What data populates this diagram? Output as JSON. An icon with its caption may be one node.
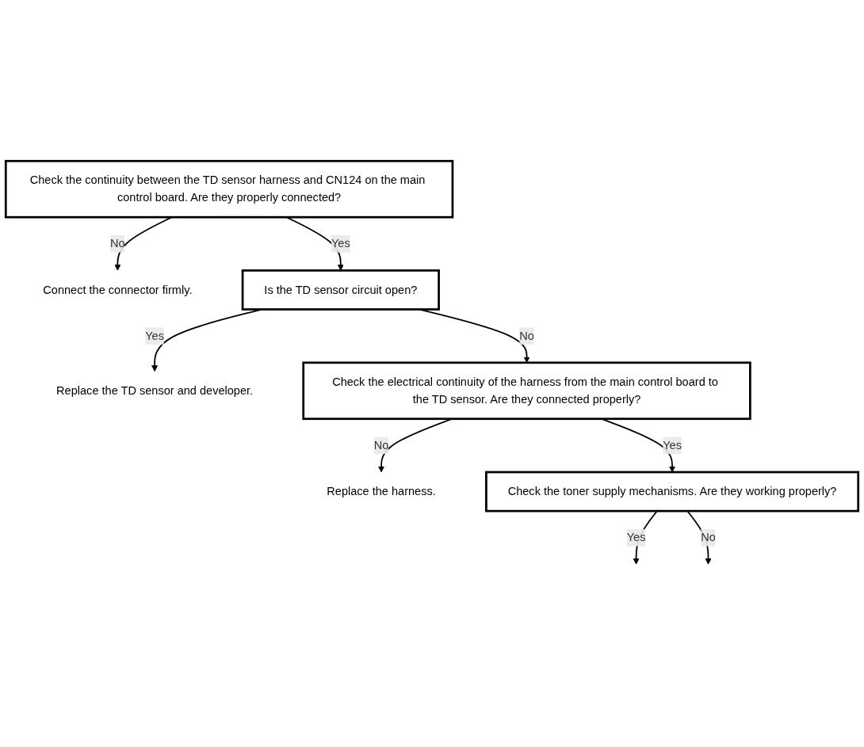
{
  "diagram": {
    "nodes": [
      {
        "text": [
          "Check the continuity between the TD sensor harness and CN124 on the main control board. Are they properly connected?"
        ]
      },
      {
        "text": [
          "Connect the connector firmly."
        ]
      },
      {
        "text": [
          "Is the TD sensor circuit open?"
        ]
      },
      {
        "text": [
          "Replace the TD sensor and developer."
        ]
      },
      {
        "text": [
          "Check the electrical continuity of the harness from the main control board to the TD sensor. Are they connected properly?"
        ]
      },
      {
        "text": [
          "Replace the harness."
        ]
      },
      {
        "text": [
          "Check the toner supply mechanisms. Are they working properly?"
        ]
      }
    ],
    "edges": [
      {
        "from": 0,
        "to": 2,
        "arrow": "to",
        "label": "Yes"
      },
      {
        "from": 0,
        "to": 1,
        "arrow": "to",
        "label": "No"
      },
      {
        "from": 2,
        "to": 4,
        "arrow": "to",
        "label": "No"
      },
      {
        "from": 2,
        "to": 3,
        "arrow": "to",
        "label": "Yes"
      },
      {
        "from": 4,
        "to": 6,
        "arrow": "to",
        "label": "Yes"
      },
      {
        "from": 4,
        "to": 5,
        "arrow": "to",
        "label": "No"
      },
      {
        "from": 6,
        "to": null,
        "arrow": "to",
        "label": "Yes"
      },
      {
        "from": 6,
        "to": null,
        "arrow": "to",
        "label": "No"
      }
    ]
  }
}
